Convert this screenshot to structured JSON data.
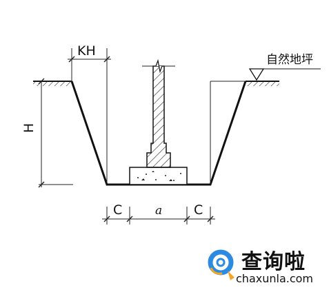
{
  "diagram": {
    "labels": {
      "kh": "KH",
      "h": "H",
      "c_left": "C",
      "a": "a",
      "c_right": "C",
      "ground": "自然地坪"
    }
  },
  "watermark": {
    "title": "查询啦",
    "url": "chaxunla.com",
    "colors": {
      "ring": "#2c8be0",
      "accent": "#f5a623"
    }
  }
}
